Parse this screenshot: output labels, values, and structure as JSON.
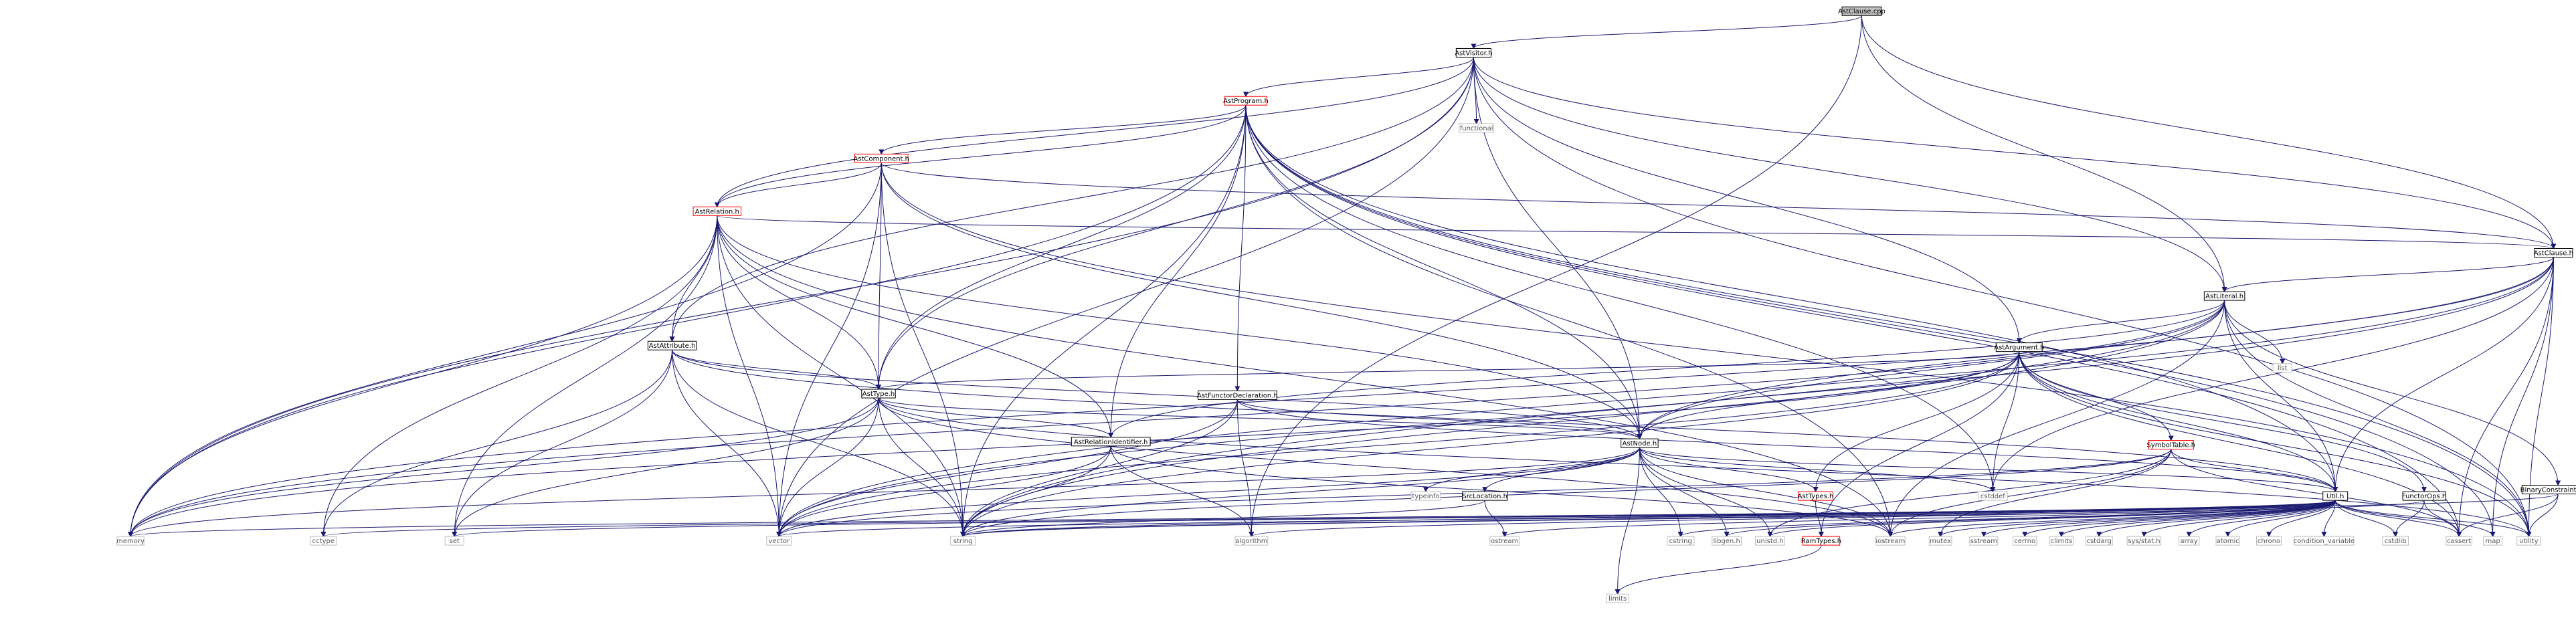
{
  "colors": {
    "edge": "#191970",
    "root_fill": "#bfbfbf",
    "documented_border": "#000000",
    "incomplete_border": "#ff0000",
    "external_border": "#bfbfbf",
    "external_text": "#555555",
    "node_fill": "#ffffff"
  },
  "nodes": [
    {
      "id": "AstClause.cpp",
      "label": "AstClause.cpp",
      "kind": "root"
    },
    {
      "id": "AstVisitor.h",
      "label": "AstVisitor.h",
      "kind": "doc"
    },
    {
      "id": "functional",
      "label": "functional",
      "kind": "ext"
    },
    {
      "id": "AstProgram.h",
      "label": "AstProgram.h",
      "kind": "red"
    },
    {
      "id": "AstComponent.h",
      "label": "AstComponent.h",
      "kind": "red"
    },
    {
      "id": "AstRelation.h",
      "label": "AstRelation.h",
      "kind": "red"
    },
    {
      "id": "AstClause.h",
      "label": "AstClause.h",
      "kind": "doc"
    },
    {
      "id": "AstLiteral.h",
      "label": "AstLiteral.h",
      "kind": "doc"
    },
    {
      "id": "list",
      "label": "list",
      "kind": "ext"
    },
    {
      "id": "AstArgument.h",
      "label": "AstArgument.h",
      "kind": "doc"
    },
    {
      "id": "AstAttribute.h",
      "label": "AstAttribute.h",
      "kind": "doc"
    },
    {
      "id": "AstType.h",
      "label": "AstType.h",
      "kind": "doc"
    },
    {
      "id": "AstFunctorDeclaration.h",
      "label": "AstFunctorDeclaration.h",
      "kind": "doc"
    },
    {
      "id": "AstRelationIdentifier.h",
      "label": "AstRelationIdentifier.h",
      "kind": "doc"
    },
    {
      "id": "AstNode.h",
      "label": "AstNode.h",
      "kind": "doc"
    },
    {
      "id": "SymbolTable.h",
      "label": "SymbolTable.h",
      "kind": "red"
    },
    {
      "id": "BinaryConstraintOps.h",
      "label": "BinaryConstraintOps.h",
      "kind": "doc"
    },
    {
      "id": "cstddef",
      "label": "cstddef",
      "kind": "ext"
    },
    {
      "id": "typeinfo",
      "label": "typeinfo",
      "kind": "ext"
    },
    {
      "id": "SrcLocation.h",
      "label": "SrcLocation.h",
      "kind": "doc"
    },
    {
      "id": "AstTypes.h",
      "label": "AstTypes.h",
      "kind": "red"
    },
    {
      "id": "Util.h",
      "label": "Util.h",
      "kind": "doc"
    },
    {
      "id": "FunctorOps.h",
      "label": "FunctorOps.h",
      "kind": "doc"
    },
    {
      "id": "memory",
      "label": "memory",
      "kind": "ext"
    },
    {
      "id": "cctype",
      "label": "cctype",
      "kind": "ext"
    },
    {
      "id": "set",
      "label": "set",
      "kind": "ext"
    },
    {
      "id": "vector",
      "label": "vector",
      "kind": "ext"
    },
    {
      "id": "string",
      "label": "string",
      "kind": "ext"
    },
    {
      "id": "algorithm",
      "label": "algorithm",
      "kind": "ext"
    },
    {
      "id": "ostream",
      "label": "ostream",
      "kind": "ext"
    },
    {
      "id": "cstring",
      "label": "cstring",
      "kind": "ext"
    },
    {
      "id": "libgen.h",
      "label": "libgen.h",
      "kind": "ext"
    },
    {
      "id": "unistd.h",
      "label": "unistd.h",
      "kind": "ext"
    },
    {
      "id": "RamTypes.h",
      "label": "RamTypes.h",
      "kind": "red"
    },
    {
      "id": "iostream",
      "label": "iostream",
      "kind": "ext"
    },
    {
      "id": "mutex",
      "label": "mutex",
      "kind": "ext"
    },
    {
      "id": "sstream",
      "label": "sstream",
      "kind": "ext"
    },
    {
      "id": "cerrno",
      "label": "cerrno",
      "kind": "ext"
    },
    {
      "id": "climits",
      "label": "climits",
      "kind": "ext"
    },
    {
      "id": "cstdarg",
      "label": "cstdarg",
      "kind": "ext"
    },
    {
      "id": "sys/stat.h",
      "label": "sys/stat.h",
      "kind": "ext"
    },
    {
      "id": "array",
      "label": "array",
      "kind": "ext"
    },
    {
      "id": "atomic",
      "label": "atomic",
      "kind": "ext"
    },
    {
      "id": "chrono",
      "label": "chrono",
      "kind": "ext"
    },
    {
      "id": "condition_variable",
      "label": "condition_variable",
      "kind": "ext"
    },
    {
      "id": "cstdlib",
      "label": "cstdlib",
      "kind": "ext"
    },
    {
      "id": "cassert",
      "label": "cassert",
      "kind": "ext"
    },
    {
      "id": "map",
      "label": "map",
      "kind": "ext"
    },
    {
      "id": "utility",
      "label": "utility",
      "kind": "ext"
    },
    {
      "id": "limits",
      "label": "limits",
      "kind": "ext"
    }
  ],
  "edges": [
    [
      "AstClause.cpp",
      "AstVisitor.h"
    ],
    [
      "AstClause.cpp",
      "AstClause.h"
    ],
    [
      "AstClause.cpp",
      "AstLiteral.h"
    ],
    [
      "AstClause.cpp",
      "algorithm"
    ],
    [
      "AstVisitor.h",
      "functional"
    ],
    [
      "AstVisitor.h",
      "AstProgram.h"
    ],
    [
      "AstVisitor.h",
      "AstRelation.h"
    ],
    [
      "AstVisitor.h",
      "AstClause.h"
    ],
    [
      "AstVisitor.h",
      "AstLiteral.h"
    ],
    [
      "AstVisitor.h",
      "AstArgument.h"
    ],
    [
      "AstVisitor.h",
      "AstAttribute.h"
    ],
    [
      "AstVisitor.h",
      "AstType.h"
    ],
    [
      "AstVisitor.h",
      "AstNode.h"
    ],
    [
      "AstVisitor.h",
      "memory"
    ],
    [
      "AstVisitor.h",
      "vector"
    ],
    [
      "AstVisitor.h",
      "utility"
    ],
    [
      "AstProgram.h",
      "AstComponent.h"
    ],
    [
      "AstProgram.h",
      "AstRelation.h"
    ],
    [
      "AstProgram.h",
      "AstFunctorDeclaration.h"
    ],
    [
      "AstProgram.h",
      "AstRelationIdentifier.h"
    ],
    [
      "AstProgram.h",
      "AstType.h"
    ],
    [
      "AstProgram.h",
      "AstNode.h"
    ],
    [
      "AstProgram.h",
      "Util.h"
    ],
    [
      "AstProgram.h",
      "memory"
    ],
    [
      "AstProgram.h",
      "string"
    ],
    [
      "AstProgram.h",
      "cstddef"
    ],
    [
      "AstProgram.h",
      "iostream"
    ],
    [
      "AstProgram.h",
      "map"
    ],
    [
      "AstProgram.h",
      "cassert"
    ],
    [
      "AstProgram.h",
      "utility"
    ],
    [
      "AstComponent.h",
      "AstRelation.h"
    ],
    [
      "AstComponent.h",
      "AstClause.h"
    ],
    [
      "AstComponent.h",
      "AstType.h"
    ],
    [
      "AstComponent.h",
      "AstNode.h"
    ],
    [
      "AstComponent.h",
      "memory"
    ],
    [
      "AstComponent.h",
      "vector"
    ],
    [
      "AstComponent.h",
      "string"
    ],
    [
      "AstComponent.h",
      "utility"
    ],
    [
      "AstRelation.h",
      "AstClause.h"
    ],
    [
      "AstRelation.h",
      "AstAttribute.h"
    ],
    [
      "AstRelation.h",
      "AstType.h"
    ],
    [
      "AstRelation.h",
      "AstRelationIdentifier.h"
    ],
    [
      "AstRelation.h",
      "AstNode.h"
    ],
    [
      "AstRelation.h",
      "memory"
    ],
    [
      "AstRelation.h",
      "cctype"
    ],
    [
      "AstRelation.h",
      "set"
    ],
    [
      "AstRelation.h",
      "vector"
    ],
    [
      "AstRelation.h",
      "string"
    ],
    [
      "AstRelation.h",
      "iostream"
    ],
    [
      "AstClause.h",
      "AstLiteral.h"
    ],
    [
      "AstClause.h",
      "AstNode.h"
    ],
    [
      "AstClause.h",
      "Util.h"
    ],
    [
      "AstClause.h",
      "memory"
    ],
    [
      "AstClause.h",
      "vector"
    ],
    [
      "AstClause.h",
      "string"
    ],
    [
      "AstClause.h",
      "cassert"
    ],
    [
      "AstClause.h",
      "map"
    ],
    [
      "AstClause.h",
      "utility"
    ],
    [
      "AstClause.h",
      "cstddef"
    ],
    [
      "AstLiteral.h",
      "list"
    ],
    [
      "AstLiteral.h",
      "AstArgument.h"
    ],
    [
      "AstLiteral.h",
      "AstRelationIdentifier.h"
    ],
    [
      "AstLiteral.h",
      "AstNode.h"
    ],
    [
      "AstLiteral.h",
      "BinaryConstraintOps.h"
    ],
    [
      "AstLiteral.h",
      "Util.h"
    ],
    [
      "AstLiteral.h",
      "memory"
    ],
    [
      "AstLiteral.h",
      "vector"
    ],
    [
      "AstLiteral.h",
      "string"
    ],
    [
      "AstLiteral.h",
      "iostream"
    ],
    [
      "AstLiteral.h",
      "utility"
    ],
    [
      "AstArgument.h",
      "AstType.h"
    ],
    [
      "AstArgument.h",
      "AstNode.h"
    ],
    [
      "AstArgument.h",
      "SymbolTable.h"
    ],
    [
      "AstArgument.h",
      "AstTypes.h"
    ],
    [
      "AstArgument.h",
      "Util.h"
    ],
    [
      "AstArgument.h",
      "FunctorOps.h"
    ],
    [
      "AstArgument.h",
      "cstddef"
    ],
    [
      "AstArgument.h",
      "memory"
    ],
    [
      "AstArgument.h",
      "vector"
    ],
    [
      "AstArgument.h",
      "string"
    ],
    [
      "AstArgument.h",
      "RamTypes.h"
    ],
    [
      "AstArgument.h",
      "cassert"
    ],
    [
      "AstArgument.h",
      "utility"
    ],
    [
      "AstAttribute.h",
      "AstType.h"
    ],
    [
      "AstAttribute.h",
      "AstNode.h"
    ],
    [
      "AstAttribute.h",
      "cctype"
    ],
    [
      "AstAttribute.h",
      "set"
    ],
    [
      "AstAttribute.h",
      "vector"
    ],
    [
      "AstAttribute.h",
      "string"
    ],
    [
      "AstAttribute.h",
      "Util.h"
    ],
    [
      "AstType.h",
      "AstNode.h"
    ],
    [
      "AstType.h",
      "AstRelationIdentifier.h"
    ],
    [
      "AstType.h",
      "memory"
    ],
    [
      "AstType.h",
      "set"
    ],
    [
      "AstType.h",
      "vector"
    ],
    [
      "AstType.h",
      "string"
    ],
    [
      "AstType.h",
      "iostream"
    ],
    [
      "AstType.h",
      "utility"
    ],
    [
      "AstFunctorDeclaration.h",
      "AstNode.h"
    ],
    [
      "AstFunctorDeclaration.h",
      "string"
    ],
    [
      "AstFunctorDeclaration.h",
      "vector"
    ],
    [
      "AstFunctorDeclaration.h",
      "algorithm"
    ],
    [
      "AstFunctorDeclaration.h",
      "Util.h"
    ],
    [
      "AstRelationIdentifier.h",
      "vector"
    ],
    [
      "AstRelationIdentifier.h",
      "string"
    ],
    [
      "AstRelationIdentifier.h",
      "algorithm"
    ],
    [
      "AstRelationIdentifier.h",
      "iostream"
    ],
    [
      "AstNode.h",
      "typeinfo"
    ],
    [
      "AstNode.h",
      "SrcLocation.h"
    ],
    [
      "AstNode.h",
      "AstTypes.h"
    ],
    [
      "AstNode.h",
      "Util.h"
    ],
    [
      "AstNode.h",
      "memory"
    ],
    [
      "AstNode.h",
      "vector"
    ],
    [
      "AstNode.h",
      "string"
    ],
    [
      "AstNode.h",
      "cstring"
    ],
    [
      "AstNode.h",
      "libgen.h"
    ],
    [
      "AstNode.h",
      "unistd.h"
    ],
    [
      "AstNode.h",
      "iostream"
    ],
    [
      "AstNode.h",
      "limits"
    ],
    [
      "AstNode.h",
      "cstddef"
    ],
    [
      "SymbolTable.h",
      "Util.h"
    ],
    [
      "SymbolTable.h",
      "vector"
    ],
    [
      "SymbolTable.h",
      "string"
    ],
    [
      "SymbolTable.h",
      "iostream"
    ],
    [
      "SymbolTable.h",
      "mutex"
    ],
    [
      "SymbolTable.h",
      "unistd.h"
    ],
    [
      "SymbolTable.h",
      "cassert"
    ],
    [
      "SrcLocation.h",
      "string"
    ],
    [
      "SrcLocation.h",
      "ostream"
    ],
    [
      "AstTypes.h",
      "RamTypes.h"
    ],
    [
      "RamTypes.h",
      "limits"
    ],
    [
      "FunctorOps.h",
      "cstdlib"
    ],
    [
      "FunctorOps.h",
      "cassert"
    ],
    [
      "FunctorOps.h",
      "string"
    ],
    [
      "BinaryConstraintOps.h",
      "cassert"
    ],
    [
      "BinaryConstraintOps.h",
      "string"
    ],
    [
      "BinaryConstraintOps.h",
      "utility"
    ],
    [
      "Util.h",
      "memory"
    ],
    [
      "Util.h",
      "cctype"
    ],
    [
      "Util.h",
      "set"
    ],
    [
      "Util.h",
      "vector"
    ],
    [
      "Util.h",
      "string"
    ],
    [
      "Util.h",
      "algorithm"
    ],
    [
      "Util.h",
      "ostream"
    ],
    [
      "Util.h",
      "cstring"
    ],
    [
      "Util.h",
      "libgen.h"
    ],
    [
      "Util.h",
      "unistd.h"
    ],
    [
      "Util.h",
      "iostream"
    ],
    [
      "Util.h",
      "mutex"
    ],
    [
      "Util.h",
      "sstream"
    ],
    [
      "Util.h",
      "cerrno"
    ],
    [
      "Util.h",
      "climits"
    ],
    [
      "Util.h",
      "cstdarg"
    ],
    [
      "Util.h",
      "sys/stat.h"
    ],
    [
      "Util.h",
      "array"
    ],
    [
      "Util.h",
      "atomic"
    ],
    [
      "Util.h",
      "chrono"
    ],
    [
      "Util.h",
      "condition_variable"
    ],
    [
      "Util.h",
      "cstdlib"
    ],
    [
      "Util.h",
      "cassert"
    ],
    [
      "Util.h",
      "map"
    ],
    [
      "Util.h",
      "utility"
    ]
  ]
}
